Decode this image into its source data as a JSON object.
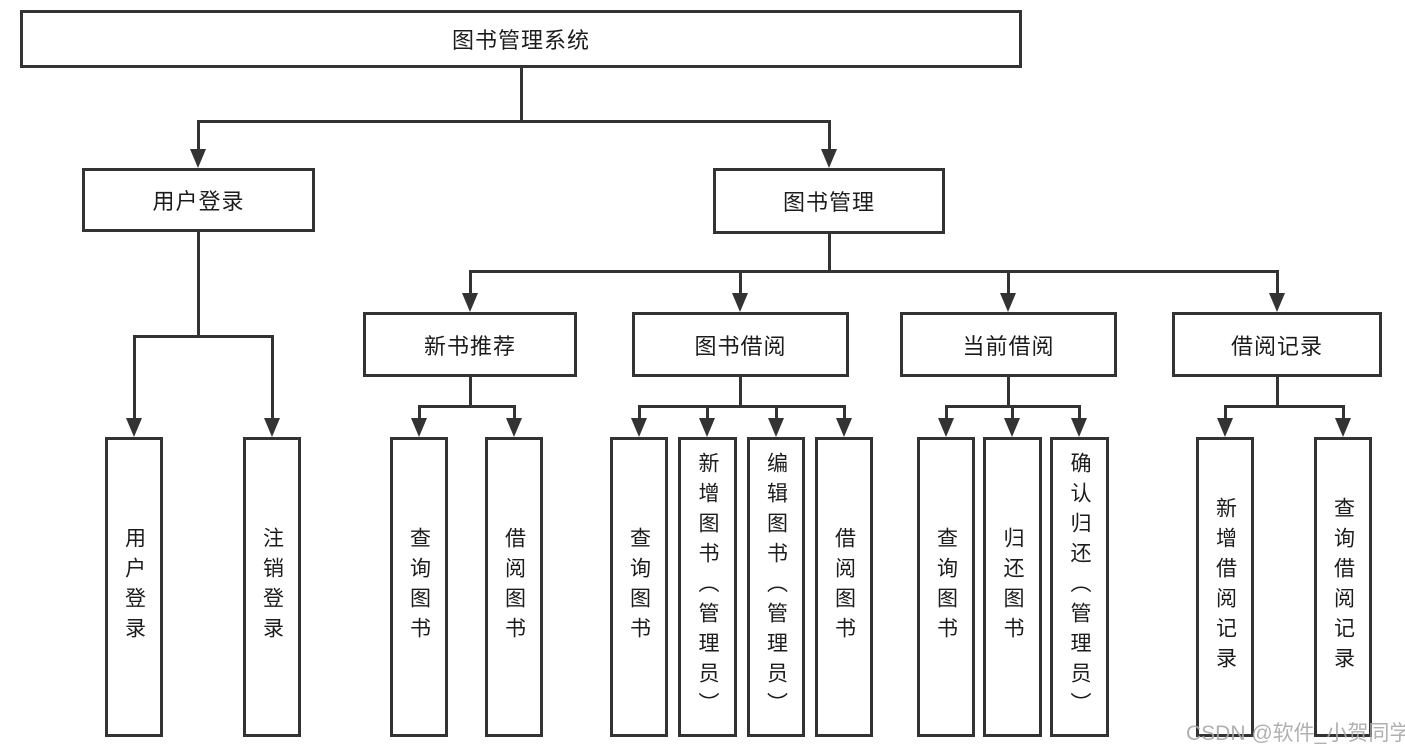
{
  "tree": {
    "root": {
      "label": "图书管理系统",
      "children": [
        {
          "label": "用户登录",
          "children": [
            {
              "label": "用户登录"
            },
            {
              "label": "注销登录"
            }
          ]
        },
        {
          "label": "图书管理",
          "children": [
            {
              "label": "新书推荐",
              "children": [
                {
                  "label": "查询图书"
                },
                {
                  "label": "借阅图书"
                }
              ]
            },
            {
              "label": "图书借阅",
              "children": [
                {
                  "label": "查询图书"
                },
                {
                  "label": "新增图书（管理员）"
                },
                {
                  "label": "编辑图书（管理员）"
                },
                {
                  "label": "借阅图书"
                }
              ]
            },
            {
              "label": "当前借阅",
              "children": [
                {
                  "label": "查询图书"
                },
                {
                  "label": "归还图书"
                },
                {
                  "label": "确认归还（管理员）"
                }
              ]
            },
            {
              "label": "借阅记录",
              "children": [
                {
                  "label": "新增借阅记录"
                },
                {
                  "label": "查询借阅记录"
                }
              ]
            }
          ]
        }
      ]
    }
  },
  "watermark": "CSDN @软件_小贺同学",
  "colors": {
    "line": "#333333",
    "box_border": "#333333",
    "text": "#1c1c1c",
    "watermark": "#a8a8a8",
    "background": "#ffffff"
  }
}
